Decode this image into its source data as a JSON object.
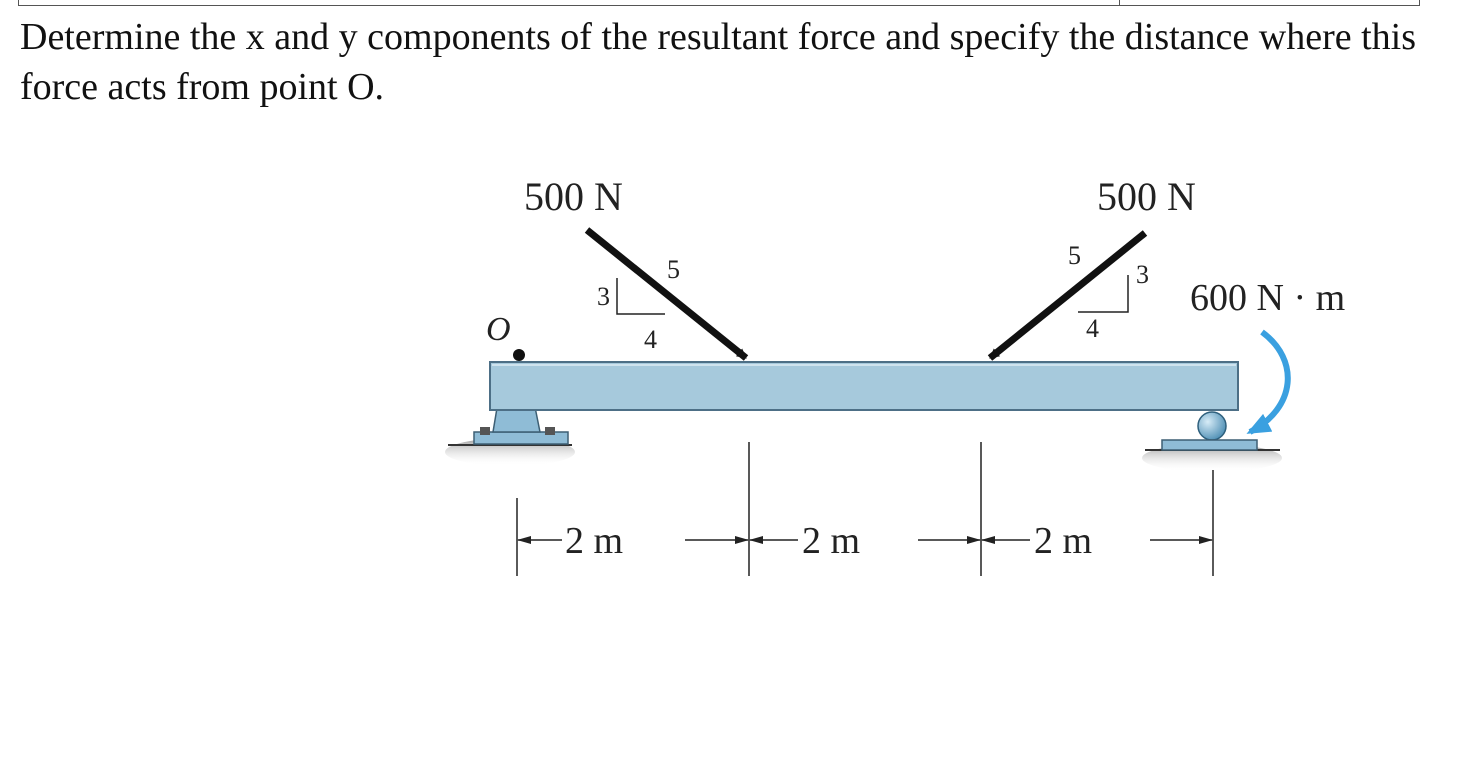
{
  "question": {
    "text": "Determine the x and y components of the resultant force and specify the distance where this force acts from point O."
  },
  "figure": {
    "point_label": "O",
    "force_left": {
      "magnitude": "500 N",
      "slope_hyp": "5",
      "slope_vert": "3",
      "slope_horiz": "4"
    },
    "force_right": {
      "magnitude": "500 N",
      "slope_hyp": "5",
      "slope_vert": "3",
      "slope_horiz": "4"
    },
    "couple_moment": "600 N · m",
    "dimensions": [
      "2 m",
      "2 m",
      "2 m"
    ],
    "colors": {
      "beam": "#a6c9dc",
      "beam_edge": "#4d6f86",
      "support": "#8fbcd6",
      "ground": "#bdbdbd",
      "moment_arrow": "#3aa0e0",
      "force_arrow": "#111111"
    }
  }
}
